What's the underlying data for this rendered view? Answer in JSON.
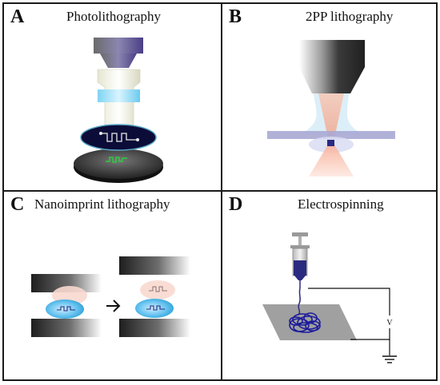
{
  "panels": [
    {
      "letter": "A",
      "title": "Photolithography"
    },
    {
      "letter": "B",
      "title": "2PP lithography"
    },
    {
      "letter": "C",
      "title": "Nanoimprint lithography"
    },
    {
      "letter": "D",
      "title": "Electrospinning"
    }
  ],
  "voltage_label": "V",
  "colors": {
    "border": "#1a1a1a",
    "objective_purple": "#5a4f8c",
    "glass_plate": "#a9a9d4",
    "laser_light": "#d6ecf7",
    "focus_spot": "#2a2a80",
    "mask_circuit_green": "#2ecc40",
    "resist_blue": "#2a9fd8",
    "syringe_fluid": "#2a2a80",
    "collector_gray": "#a0a0a0"
  },
  "icons": [
    "light-source",
    "mask",
    "wafer",
    "objective-lens",
    "focal-spot",
    "stamp",
    "resist-droplet",
    "syringe",
    "fiber-mat",
    "ground-symbol",
    "arrow-right"
  ]
}
